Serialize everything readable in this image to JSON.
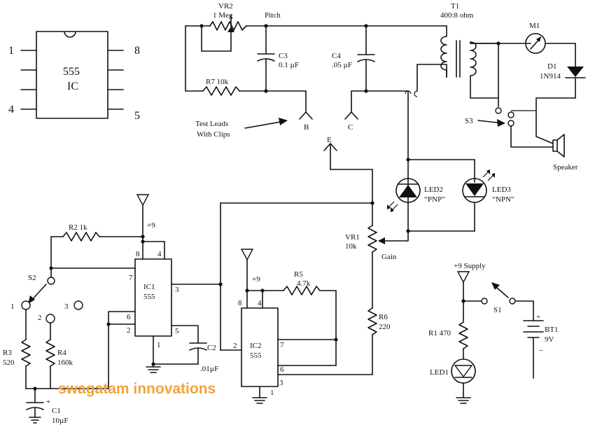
{
  "pinout": {
    "ic_line1": "555",
    "ic_line2": "IC",
    "pin1": "1",
    "pin4": "4",
    "pin5": "5",
    "pin8": "8"
  },
  "labels": {
    "vr2_name": "VR2",
    "vr2_value": "1 Meg",
    "pitch": "Pitch",
    "c3_name": "C3",
    "c3_value": "0.1 µF",
    "c4_name": "C4",
    "c4_value": ".05 µF",
    "r7": "R7 10k",
    "t1_name": "T1",
    "t1_value": "400:8 ohm",
    "m1": "M1",
    "d1_name": "D1",
    "d1_value": "1N914",
    "s3": "S3",
    "speaker": "Speaker",
    "test_leads_1": "Test Leads",
    "test_leads_2": "With Clips",
    "lead_b": "B",
    "lead_c": "C",
    "lead_e": "E",
    "led2_name": "LED2",
    "led2_type": "“PNP”",
    "led3_name": "LED3",
    "led3_type": "“NPN”",
    "vr1_name": "VR1",
    "vr1_value": "10k",
    "gain": "Gain",
    "r6_name": "R6",
    "r6_value": "220",
    "plus9_a": "+9",
    "plus9_b": "+9",
    "r2": "R2 1k",
    "s2": "S2",
    "s2_pos1": "1",
    "s2_pos2": "2",
    "s2_pos3": "3",
    "r3_name": "R3",
    "r3_value": "520",
    "r4_name": "R4",
    "r4_value": "160k",
    "c1_name": "C1",
    "c1_value": "10µF",
    "c1_polarity": "+",
    "ic1_name": "IC1",
    "ic1_type": "555",
    "ic2_name": "IC2",
    "ic2_type": "555",
    "c2_name": "C2",
    "c2_value": ".01µF",
    "r5_name": "R5",
    "r5_value": "4.7k",
    "supply": "+9 Supply",
    "s1": "S1",
    "r1": "R1 470",
    "led1": "LED1",
    "bt1_name": "BT1",
    "bt1_value": "9V",
    "bt1_plus": "+",
    "bt1_minus": "−",
    "ic1_pin8": "8",
    "ic1_pin4": "4",
    "ic1_pin7": "7",
    "ic1_pin3": "3",
    "ic1_pin6": "6",
    "ic1_pin2": "2",
    "ic1_pin5": "5",
    "ic1_pin1": "1",
    "ic2_pin8": "8",
    "ic2_pin4": "4",
    "ic2_pin7": "7",
    "ic2_pin2": "2",
    "ic2_pin6": "6",
    "ic2_pin3": "3",
    "ic2_pin1": "1"
  },
  "watermark": "swagatam innovations",
  "colors": {
    "ink": "#111111",
    "watermark": "#f2a23a",
    "background": "#ffffff"
  }
}
